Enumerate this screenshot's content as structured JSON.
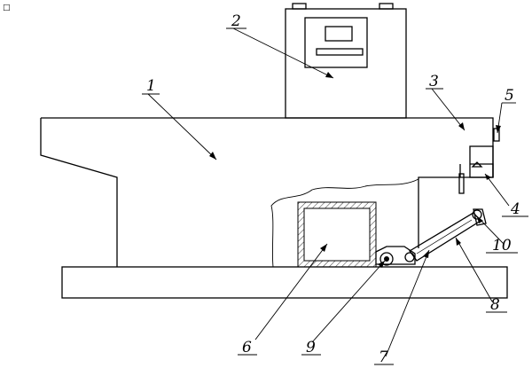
{
  "corner_mark": "□",
  "labels": {
    "l1": "1",
    "l2": "2",
    "l3": "3",
    "l4": "4",
    "l5": "5",
    "l6": "6",
    "l7": "7",
    "l8": "8",
    "l9": "9",
    "l10": "10"
  }
}
